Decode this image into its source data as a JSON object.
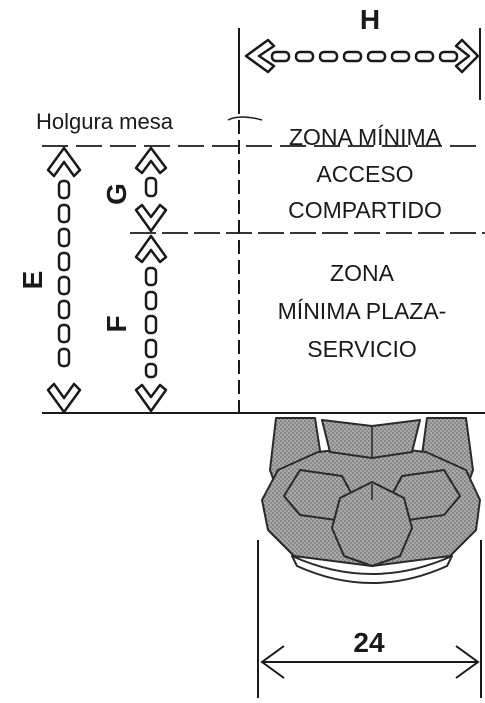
{
  "labels": {
    "H": "H",
    "E": "E",
    "F": "F",
    "G": "G",
    "width_value": "24",
    "clearance": "Holgura mesa"
  },
  "zones": {
    "access_line1": "ZONA MÍNIMA",
    "access_line2": "ACCESO",
    "access_line3": "COMPARTIDO",
    "service_line1": "ZONA",
    "service_line2": "MÍNIMA PLAZA-",
    "service_line3": "SERVICIO"
  },
  "colors": {
    "ink": "#1a1a1a",
    "figure": "#8f8f8f",
    "figure_dark": "#5a5a5a"
  }
}
